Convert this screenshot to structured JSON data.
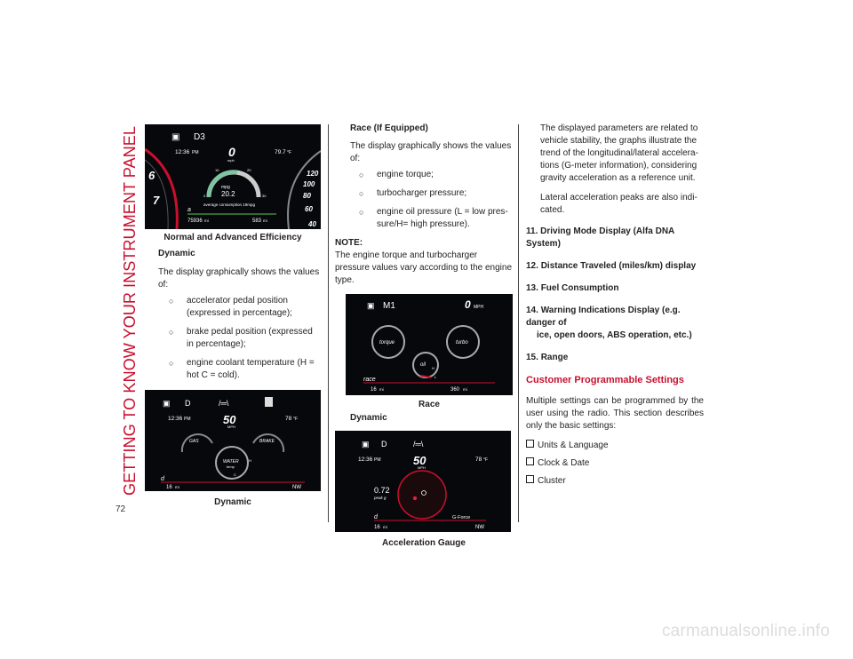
{
  "section_title": "GETTING TO KNOW YOUR INSTRUMENT PANEL",
  "page_number": "72",
  "watermark": "carmanualsonline.info",
  "accent_color": "#c8102e",
  "col1": {
    "image1": {
      "gear": "D3",
      "time": "12:36",
      "time_suffix": "PM",
      "temp": "79.7",
      "temp_unit": "°F",
      "speed": "0",
      "speed_unit": "mph",
      "mpg_label": "mpg",
      "mpg_value": "20.2",
      "avg_consumption": "average consumption 19mpg",
      "odometer": "75936",
      "odometer_unit": "mi",
      "range": "583",
      "range_unit": "mi",
      "left_gauge": "6",
      "left_gauge2": "7",
      "right_ticks": [
        "120",
        "100",
        "80",
        "60",
        "40"
      ],
      "scale": [
        "0",
        "10",
        "20",
        "30"
      ],
      "drive_mode": "a"
    },
    "caption1": "Normal and Advanced Efficiency",
    "subhead": "Dynamic",
    "para": "The display graphically shows the values of:",
    "bullets": [
      "accelerator pedal position (expressed in percentage);",
      "brake pedal position (expressed in percentage);",
      "engine coolant temperature (H = hot C = cold)."
    ],
    "image2": {
      "gear": "D",
      "time": "12:36",
      "time_suffix": "PM",
      "speed": "50",
      "speed_unit": "MPH",
      "temp": "78",
      "temp_unit": "°F",
      "gauge_gas": "GAS",
      "gauge_brake": "BRAKE",
      "gauge_water": "WATER",
      "water_sub": "temp",
      "water_h": "H",
      "water_c": "C",
      "drive_mode": "d",
      "trip": "16",
      "trip_unit": "mi",
      "heading": "NW"
    },
    "caption2": "Dynamic"
  },
  "col2": {
    "subhead": "Race (If Equipped)",
    "para": "The display graphically shows the values of:",
    "bullets": [
      "engine torque;",
      "turbocharger pressure;",
      "engine oil pressure (L = low pres-sure/H= high pressure)."
    ],
    "note_label": "NOTE:",
    "note_text": "The engine torque and turbocharger pressure values vary according to the engine type.",
    "image3": {
      "gear": "M1",
      "speed": "0",
      "speed_unit": "MPH",
      "gauge_torque": "torque",
      "gauge_turbo": "turbo",
      "gauge_oil": "oil",
      "oil_h": "H",
      "oil_l": "L",
      "drive_mode": "race",
      "trip": "16",
      "trip_unit": "mi",
      "range": "360",
      "range_unit": "mi"
    },
    "caption3": "Race",
    "subhead2": "Dynamic",
    "image4": {
      "gear": "D",
      "time": "12:36",
      "time_suffix": "PM",
      "speed": "50",
      "speed_unit": "MPH",
      "temp": "78",
      "temp_unit": "°F",
      "g_value": "0.72",
      "g_label": "peak g",
      "g_force": "G-Force",
      "drive_mode": "d",
      "trip": "16",
      "trip_unit": "mi",
      "heading": "NW"
    },
    "caption4": "Acceleration Gauge"
  },
  "col3": {
    "para1": "The displayed parameters are related to vehicle stability, the graphs illustrate the trend of the longitudinal/lateral accelera-tions (G-meter information), considering gravity acceleration as a reference unit.",
    "para2": "Lateral acceleration peaks are also indi-cated.",
    "items": [
      {
        "num": "11.",
        "text": "Driving Mode Display (Alfa DNA System)"
      },
      {
        "num": "12.",
        "text": "Distance Traveled (miles/km) display"
      },
      {
        "num": "13.",
        "text": "Fuel Consumption"
      },
      {
        "num": "14.",
        "text": "Warning Indications Display (e.g. danger of",
        "text2": "ice, open doors, ABS operation, etc.)"
      },
      {
        "num": "15.",
        "text": "Range"
      }
    ],
    "heading": "Customer Programmable Settings",
    "para3": "Multiple settings can be programmed by the user using the radio. This section describes only the basic settings:",
    "settings": [
      "Units & Language",
      "Clock & Date",
      "Cluster"
    ]
  }
}
